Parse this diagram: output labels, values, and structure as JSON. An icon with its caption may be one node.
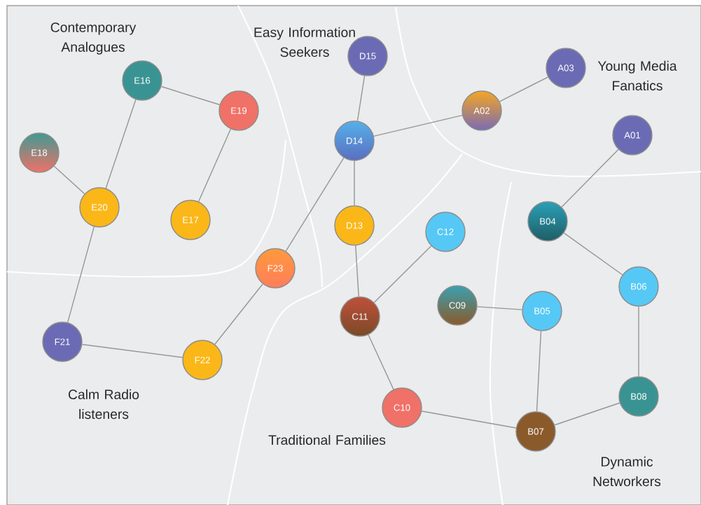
{
  "diagram": {
    "nodes": [
      {
        "text": [
          "E16"
        ]
      },
      {
        "text": [
          "E19"
        ]
      },
      {
        "text": [
          "E18"
        ]
      },
      {
        "text": [
          "E20"
        ]
      },
      {
        "text": [
          "E17"
        ]
      },
      {
        "text": [
          "D15"
        ]
      },
      {
        "text": [
          "A03"
        ]
      },
      {
        "text": [
          "A02"
        ]
      },
      {
        "text": [
          "A01"
        ]
      },
      {
        "text": [
          "D14"
        ]
      },
      {
        "text": [
          "D13"
        ]
      },
      {
        "text": [
          "C12"
        ]
      },
      {
        "text": [
          "B04"
        ]
      },
      {
        "text": [
          "F23"
        ]
      },
      {
        "text": [
          "B06"
        ]
      },
      {
        "text": [
          "C09"
        ]
      },
      {
        "text": [
          "B05"
        ]
      },
      {
        "text": [
          "C11"
        ]
      },
      {
        "text": [
          "F21"
        ]
      },
      {
        "text": [
          "F22"
        ]
      },
      {
        "text": [
          "B08"
        ]
      },
      {
        "text": [
          "C10"
        ]
      },
      {
        "text": [
          "B07"
        ]
      }
    ],
    "edges": [
      {
        "from": 0,
        "to": 1,
        "arrow": "none"
      },
      {
        "from": 0,
        "to": 3,
        "arrow": "none"
      },
      {
        "from": 2,
        "to": 3,
        "arrow": "none"
      },
      {
        "from": 1,
        "to": 4,
        "arrow": "none"
      },
      {
        "from": 3,
        "to": 18,
        "arrow": "none"
      },
      {
        "from": 18,
        "to": 19,
        "arrow": "none"
      },
      {
        "from": 19,
        "to": 13,
        "arrow": "none"
      },
      {
        "from": 13,
        "to": 9,
        "arrow": "none"
      },
      {
        "from": 5,
        "to": 9,
        "arrow": "none"
      },
      {
        "from": 9,
        "to": 7,
        "arrow": "none"
      },
      {
        "from": 7,
        "to": 6,
        "arrow": "none"
      },
      {
        "from": 9,
        "to": 10,
        "arrow": "none"
      },
      {
        "from": 10,
        "to": 17,
        "arrow": "none"
      },
      {
        "from": 17,
        "to": 11,
        "arrow": "none"
      },
      {
        "from": 17,
        "to": 21,
        "arrow": "none"
      },
      {
        "from": 21,
        "to": 22,
        "arrow": "none"
      },
      {
        "from": 22,
        "to": 16,
        "arrow": "none"
      },
      {
        "from": 16,
        "to": 15,
        "arrow": "none"
      },
      {
        "from": 22,
        "to": 20,
        "arrow": "none"
      },
      {
        "from": 20,
        "to": 14,
        "arrow": "none"
      },
      {
        "from": 14,
        "to": 12,
        "arrow": "none"
      },
      {
        "from": 12,
        "to": 8,
        "arrow": "none"
      }
    ],
    "labels": [
      "Contemporary Analogues",
      "Easy Information Seekers",
      "Young Media Fanatics",
      "Calm Radio listeners",
      "Traditional Families",
      "Dynamic Networkers"
    ]
  }
}
